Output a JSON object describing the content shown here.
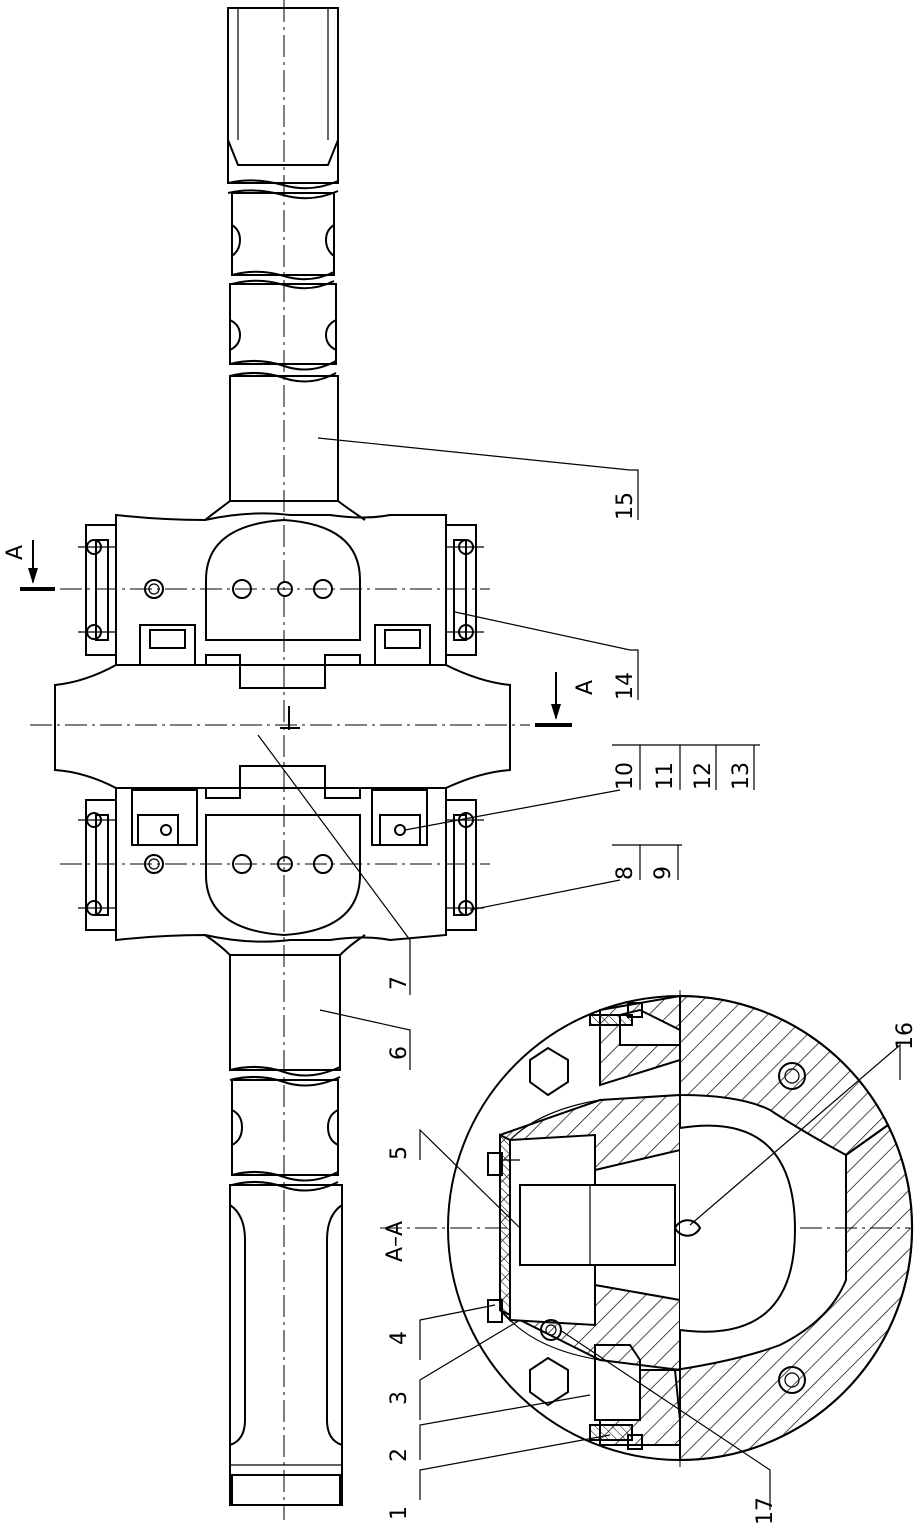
{
  "section": {
    "title": "A–A",
    "marker_top": "A",
    "marker_bottom": "A"
  },
  "labels": [
    {
      "id": "1",
      "text": "1"
    },
    {
      "id": "2",
      "text": "2"
    },
    {
      "id": "3",
      "text": "3"
    },
    {
      "id": "4",
      "text": "4"
    },
    {
      "id": "5",
      "text": "5"
    },
    {
      "id": "6",
      "text": "6"
    },
    {
      "id": "7",
      "text": "7"
    },
    {
      "id": "8",
      "text": "8"
    },
    {
      "id": "9",
      "text": "9"
    },
    {
      "id": "10",
      "text": "10"
    },
    {
      "id": "11",
      "text": "11"
    },
    {
      "id": "12",
      "text": "12"
    },
    {
      "id": "13",
      "text": "13"
    },
    {
      "id": "14",
      "text": "14"
    },
    {
      "id": "15",
      "text": "15"
    },
    {
      "id": "16",
      "text": "16"
    },
    {
      "id": "17",
      "text": "17"
    }
  ]
}
